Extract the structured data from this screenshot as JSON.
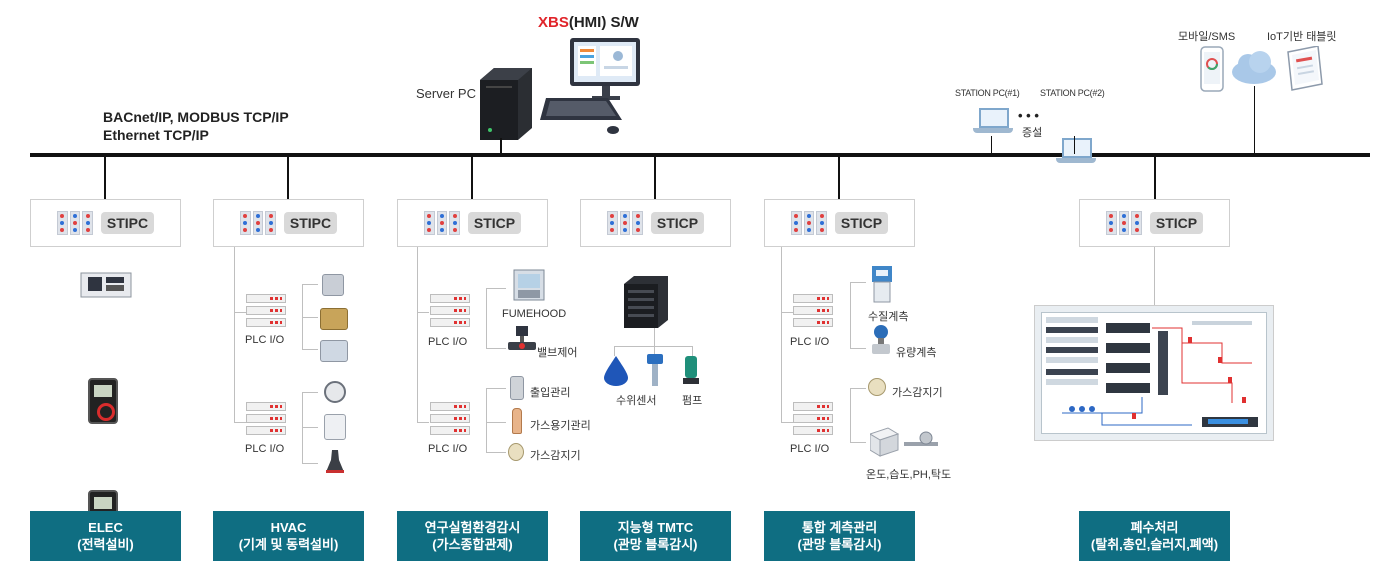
{
  "header": {
    "title_red": "XBS",
    "title_rest": "(HMI) S/W",
    "server_label": "Server PC",
    "protocol_line1": "BACnet/IP, MODBUS TCP/IP",
    "protocol_line2": "Ethernet TCP/IP"
  },
  "remote": {
    "station1": "STATION PC(#1)",
    "station2": "STATION PC(#2)",
    "ellipsis": "• • •",
    "expand": "증설",
    "mobile": "모바일/SMS",
    "tablet": "IoT기반 태블릿"
  },
  "colors": {
    "bus": "#111111",
    "accent_red": "#e0242a",
    "button_bg": "#0f6e82",
    "button_text": "#ffffff"
  },
  "controllers": [
    {
      "label": "STIPC"
    },
    {
      "label": "STIPC"
    },
    {
      "label": "STICP"
    },
    {
      "label": "STICP"
    },
    {
      "label": "STICP"
    },
    {
      "label": "STICP"
    }
  ],
  "groups": {
    "hvac": {
      "plc1": "PLC I/O",
      "plc2": "PLC I/O"
    },
    "lab": {
      "plc1": "PLC I/O",
      "plc2": "PLC I/O",
      "fumehood": "FUMEHOOD",
      "valve": "밸브제어",
      "access": "출입관리",
      "gas_cylinder": "가스용기관리",
      "gas_detector": "가스감지기"
    },
    "tmtc": {
      "level_sensor": "수위센서",
      "pump": "펌프"
    },
    "measure": {
      "plc1": "PLC I/O",
      "plc2": "PLC I/O",
      "water_quality": "수질계측",
      "flow": "유량계측",
      "gas_detector": "가스감지기",
      "env": "온도,습도,PH,탁도"
    }
  },
  "buttons": [
    {
      "line1": "ELEC",
      "line2": "(전력설비)"
    },
    {
      "line1": "HVAC",
      "line2": "(기계 및 동력설비)"
    },
    {
      "line1": "연구실험환경감시",
      "line2": "(가스종합관제)"
    },
    {
      "line1": "지능형 TMTC",
      "line2": "(관망 블록감시)"
    },
    {
      "line1": "통합 계측관리",
      "line2": "(관망 블록감시)"
    },
    {
      "line1": "폐수처리",
      "line2": "(탈취,총인,슬러지,폐액)"
    }
  ]
}
